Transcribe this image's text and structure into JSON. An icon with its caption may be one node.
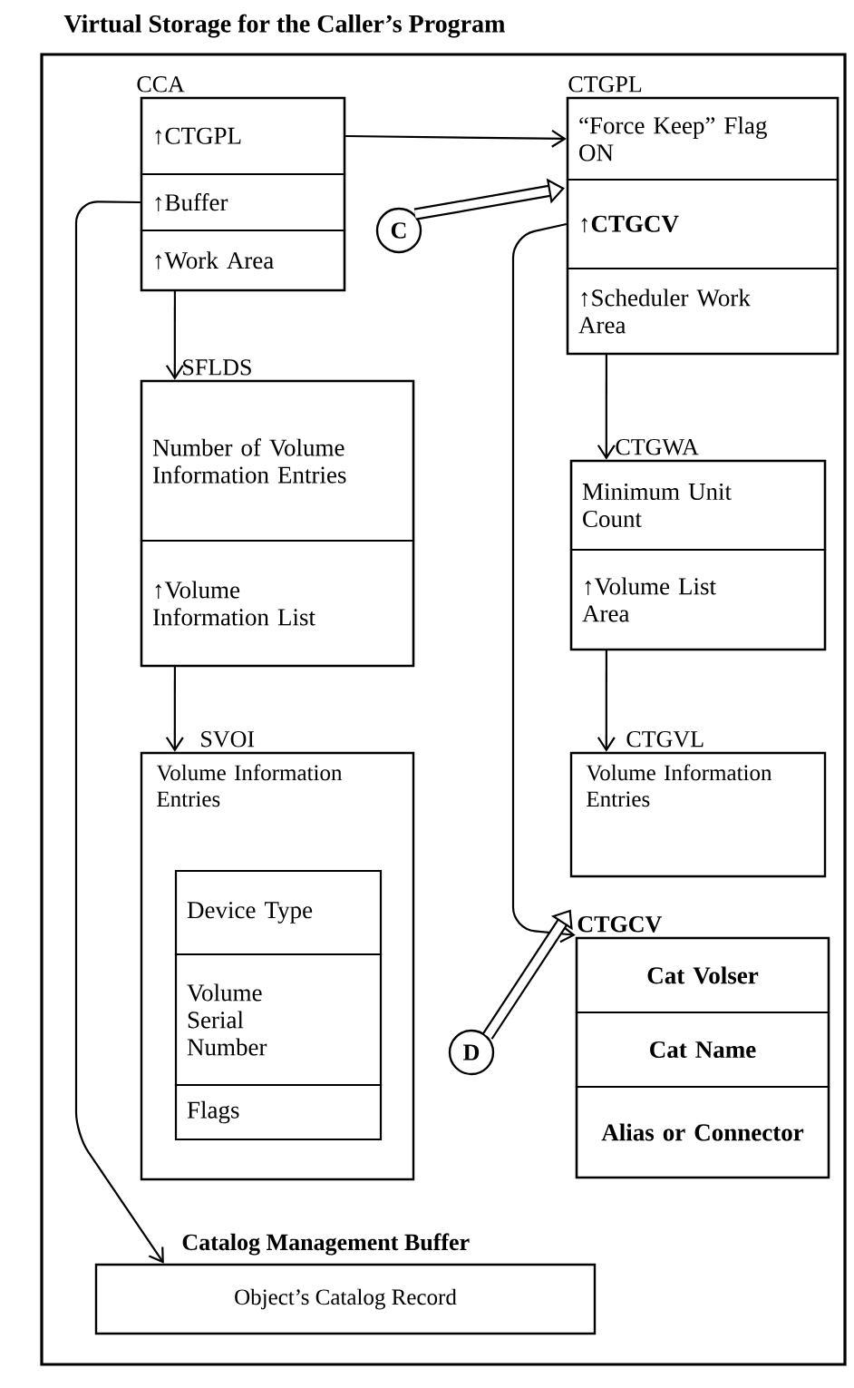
{
  "diagram": {
    "nodes": [
      {
        "text": [
          "Virtual Storage for the Caller’s Program"
        ]
      },
      {
        "text": [
          "CCA"
        ],
        "in": 0
      },
      {
        "text": [
          "↑CTGPL"
        ],
        "in": 1
      },
      {
        "text": [
          "↑Buffer"
        ],
        "in": 1
      },
      {
        "text": [
          "↑Work Area"
        ],
        "in": 1
      },
      {
        "text": [
          "CTGPL"
        ],
        "in": 0
      },
      {
        "text": [
          "“Force Keep” Flag ON"
        ],
        "in": 5
      },
      {
        "text": [
          "↑CTGCV"
        ],
        "in": 5
      },
      {
        "text": [
          "↑Scheduler Work Area"
        ],
        "in": 5
      },
      {
        "text": [
          "SFLDS"
        ],
        "in": 0
      },
      {
        "text": [
          "Number of Volume Information Entries"
        ],
        "in": 9
      },
      {
        "text": [
          "↑Volume Information List"
        ],
        "in": 9
      },
      {
        "text": [
          "CTGWA"
        ],
        "in": 0
      },
      {
        "text": [
          "Minimum Unit Count"
        ],
        "in": 12
      },
      {
        "text": [
          "↑Volume List Area"
        ],
        "in": 12
      },
      {
        "text": [
          "SVOI",
          "Volume Information Entries"
        ],
        "in": 0
      },
      {
        "text": [
          "Device Type"
        ],
        "in": 15
      },
      {
        "text": [
          "Volume Serial Number"
        ],
        "in": 15
      },
      {
        "text": [
          "Flags"
        ],
        "in": 15
      },
      {
        "text": [
          "CTGVL",
          "Volume Information Entries"
        ],
        "in": 0
      },
      {
        "text": [
          "CTGCV"
        ],
        "in": 0
      },
      {
        "text": [
          "Cat Volser"
        ],
        "in": 20
      },
      {
        "text": [
          "Cat Name"
        ],
        "in": 20
      },
      {
        "text": [
          "Alias or Connector"
        ],
        "in": 20
      },
      {
        "text": [
          "Catalog Management Buffer",
          "Object’s Catalog Record"
        ],
        "in": 0
      },
      {
        "text": [
          "C"
        ],
        "in": 0
      },
      {
        "text": [
          "D"
        ],
        "in": 0
      }
    ],
    "edges": [
      {
        "from": 2,
        "to": 6,
        "arrow": "to"
      },
      {
        "from": 3,
        "to": 24,
        "arrow": "to"
      },
      {
        "from": 4,
        "to": 9,
        "arrow": "to"
      },
      {
        "from": 8,
        "to": 12,
        "arrow": "to"
      },
      {
        "from": 11,
        "to": 15,
        "arrow": "to"
      },
      {
        "from": 14,
        "to": 19,
        "arrow": "to"
      },
      {
        "from": 7,
        "to": 20,
        "arrow": "to"
      },
      {
        "from": 25,
        "to": 6,
        "arrow": "to",
        "style": "thick"
      },
      {
        "from": 26,
        "to": 20,
        "arrow": "to",
        "style": "thick"
      }
    ]
  }
}
